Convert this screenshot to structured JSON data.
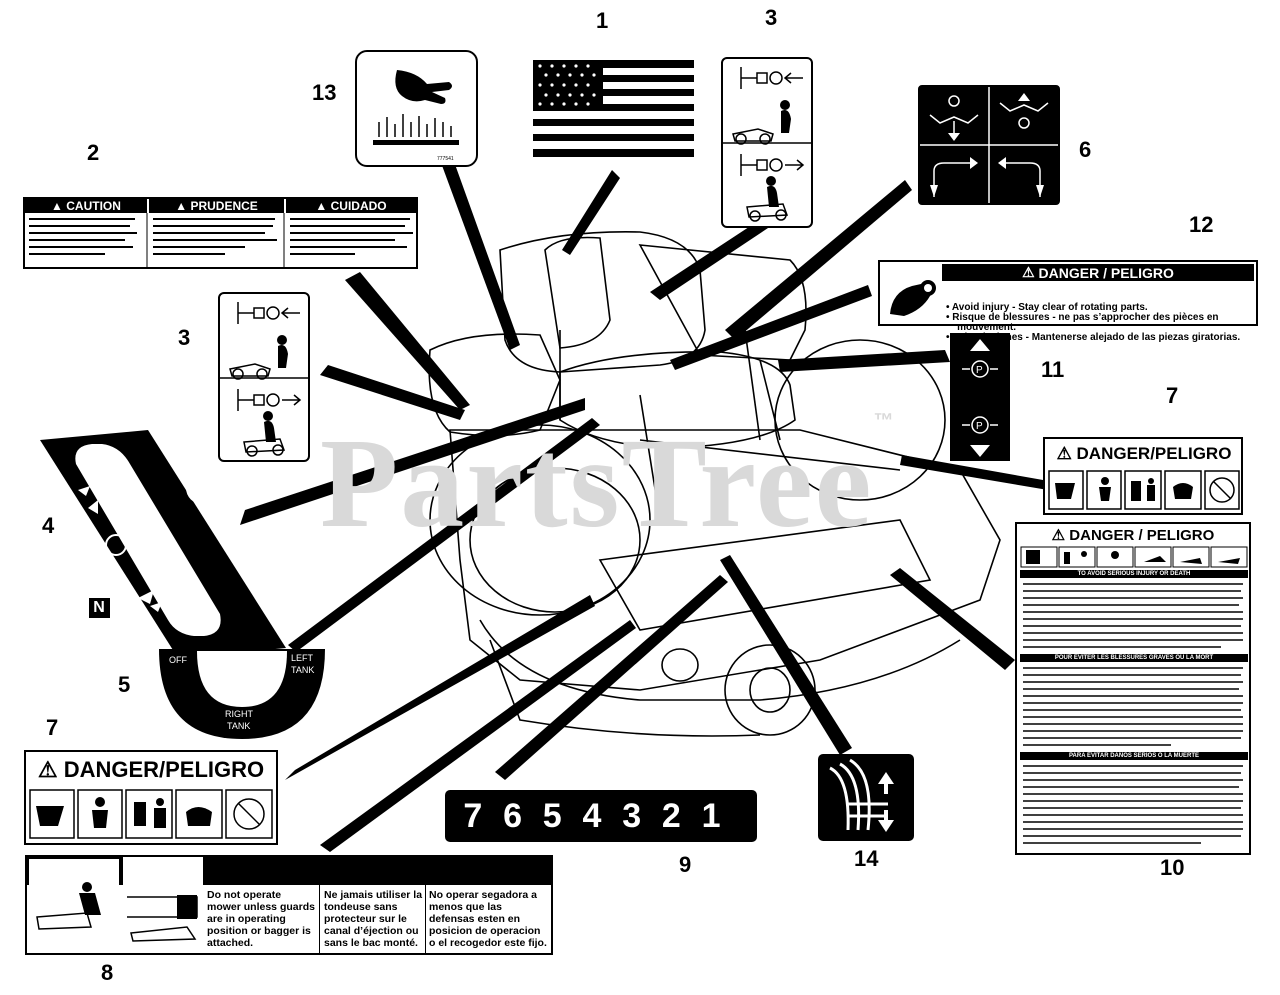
{
  "watermark": "PartsTree",
  "watermark_tm": "™",
  "callouts": [
    "1",
    "2",
    "3",
    "3",
    "4",
    "5",
    "6",
    "7",
    "7",
    "8",
    "9",
    "10",
    "11",
    "12",
    "13",
    "14"
  ],
  "decal2": {
    "cols": [
      {
        "title": "CAUTION"
      },
      {
        "title": "PRUDENCE"
      },
      {
        "title": "CUIDADO"
      }
    ]
  },
  "decal5": {
    "off": "OFF",
    "left": "LEFT",
    "tank": "TANK",
    "right": "RIGHT",
    "tank2": "TANK"
  },
  "decal7": {
    "title": "DANGER/PELIGRO"
  },
  "decal8": {
    "col1": "Do not operate mower unless guards are in operating position or bagger is attached.",
    "col2": "Ne jamais utiliser la tondeuse sans protecteur sur le canal d’éjection ou sans le bac monté.",
    "col3": "No operar segadora a menos que las defensas esten en posicion de operacion o el recogedor este fijo."
  },
  "decal9": {
    "digits": [
      "7",
      "6",
      "5",
      "4",
      "3",
      "2",
      "1"
    ]
  },
  "decal10": {
    "title": "DANGER / PELIGRO",
    "h1": "TO AVOID SERIOUS INJURY OR DEATH",
    "h2": "POUR EVITER LES BLESSURES GRAVES OU LA MORT",
    "h3": "PARA EVITAR DAÑOS SERIOS O LA MUERTE"
  },
  "decal12": {
    "title": "DANGER / PELIGRO",
    "lines": [
      "• Avoid injury - Stay clear of rotating parts.",
      "• Risque de blessures - ne pas s’approcher des pièces en",
      "    mouvement.",
      "• Evitar lesiones - Mantenerse alejado de las piezas giratorias."
    ]
  },
  "decal13": {
    "code": "777541"
  },
  "colors": {
    "ink": "#000000",
    "paper": "#ffffff",
    "watermark": "#d9d9d9"
  }
}
